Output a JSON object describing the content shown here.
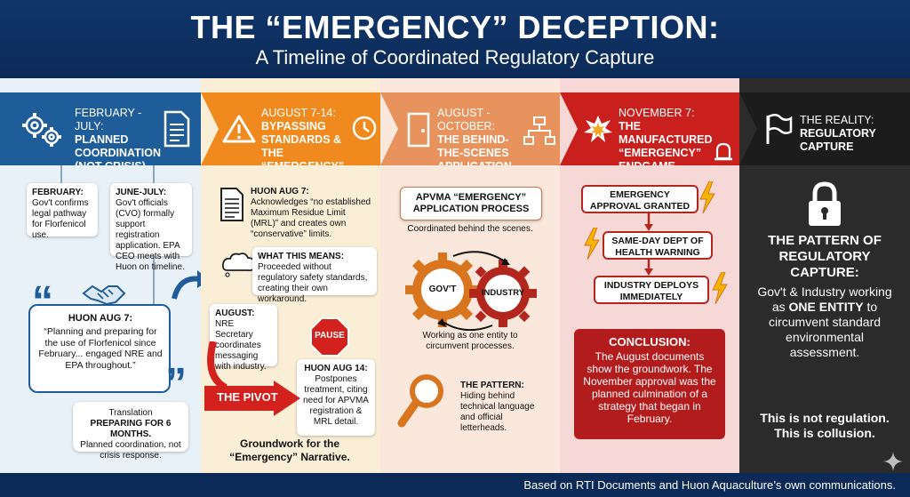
{
  "header": {
    "title": "THE “EMERGENCY” DECEPTION:",
    "subtitle": "A Timeline of Coordinated Regulatory Capture"
  },
  "footer": {
    "text": "Based on RTI Documents and Huon Aquaculture’s own communications."
  },
  "col1": {
    "period": "FEBRUARY - JULY:",
    "title": "PLANNED COORDINATION (NOT CRISIS)",
    "title_l1": "PLANNED",
    "title_l2": "COORDINATION",
    "title_l3": "(NOT CRISIS)",
    "feb_label": "FEBRUARY:",
    "feb_text": "Gov't confirms legal pathway for Florfenicol use.",
    "junjul_label": "JUNE-JULY:",
    "junjul_text": "Gov't officials (CVO) formally support registration application. EPA CEO meets with Huon on timeline.",
    "quote_label": "HUON AUG 7:",
    "quote_text": "“Planning and preparing for the use of Florfenicol since February... engaged NRE and EPA throughout.”",
    "translation_label": "Translation",
    "translation_bold": "PREPARING FOR 6 MONTHS.",
    "translation_text": "Planned coordination, not crisis response."
  },
  "col2": {
    "period": "AUGUST 7-14:",
    "title_l1": "BYPASSING",
    "title_l2": "STANDARDS & THE",
    "title_l3": "“EMERGENCY” PIVOT",
    "huon7_label": "HUON AUG 7:",
    "huon7_text": "Acknowledges “no established Maximum Residue Limit (MRL)” and creates own “conservative” limits.",
    "means_label": "WHAT THIS MEANS:",
    "means_text": "Proceeded without regulatory safety standards, creating their own workaround.",
    "aug_label": "AUGUST:",
    "aug_text": "NRE Secretary coordinates messaging with industry.",
    "pause": "PAUSE",
    "huon14_label": "HUON AUG 14:",
    "huon14_text": "Postpones treatment, citing need for APVMA registration & MRL detail.",
    "pivot": "THE PIVOT",
    "ground_l1": "Groundwork for the",
    "ground_l2": "“Emergency” Narrative."
  },
  "col3": {
    "period": "AUGUST - OCTOBER:",
    "title_l1": "THE BEHIND-",
    "title_l2": "THE-SCENES",
    "title_l3": "APPLICATION",
    "process_l1": "APVMA “EMERGENCY”",
    "process_l2": "APPLICATION PROCESS",
    "coord": "Coordinated behind the scenes.",
    "gear_govt": "GOV'T",
    "gear_industry": "INDUSTRY",
    "one_entity": "Working as one entity to circumvent processes.",
    "pattern_label": "THE PATTERN:",
    "pattern_text": "Hiding behind technical language and official letterheads."
  },
  "col4": {
    "period": "NOVEMBER 7:",
    "title_l1": "THE MANUFACTURED",
    "title_l2": "“EMERGENCY”",
    "title_l3": "ENDGAME",
    "step1": "EMERGENCY APPROVAL GRANTED",
    "step2": "SAME-DAY DEPT OF HEALTH WARNING",
    "step3": "INDUSTRY DEPLOYS IMMEDIATELY",
    "conclusion_label": "CONCLUSION:",
    "conclusion_text": "The August documents show the groundwork. The November approval was the planned culmination of a strategy that began in February."
  },
  "col5": {
    "period": "THE REALITY:",
    "title_l1": "REGULATORY",
    "title_l2": "CAPTURE",
    "pattern_heading": "THE PATTERN OF REGULATORY CAPTURE:",
    "pattern_pre": "Gov't & Industry working as ",
    "pattern_bold": "ONE ENTITY",
    "pattern_post": " to circumvent standard environmental assessment.",
    "closing_l1": "This is not regulation.",
    "closing_l2": "This is collusion."
  },
  "colors": {
    "navy": "#0b2a57",
    "blue": "#1f5c9a",
    "orange": "#f08a1e",
    "salmon": "#e8925e",
    "red": "#c9201e",
    "dark": "#1c1c1c"
  }
}
